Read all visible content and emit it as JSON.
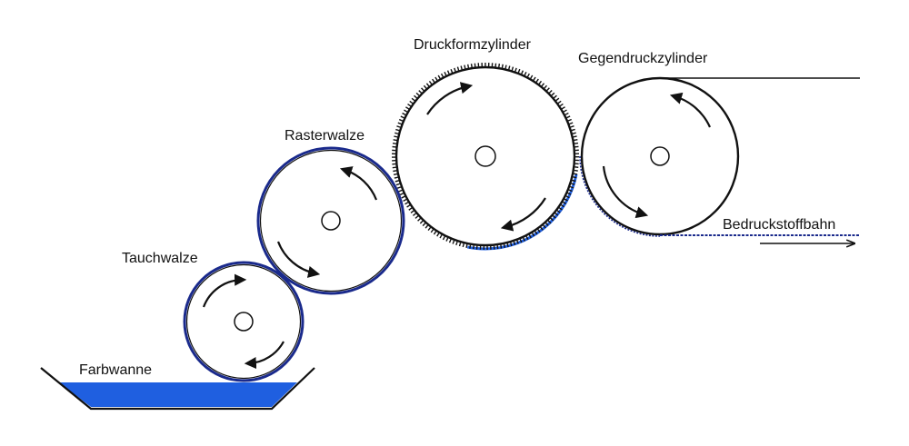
{
  "labels": {
    "druckform": "Druckformzylinder",
    "gegendruck": "Gegendruckzylinder",
    "raster": "Rasterwalze",
    "tauch": "Tauchwalze",
    "farbwanne": "Farbwanne",
    "bedruckstoff": "Bedruckstoffbahn"
  },
  "colors": {
    "ink": "#1f5fe0",
    "roller_outline_blue": "#1a2a8c",
    "line": "#111111"
  }
}
